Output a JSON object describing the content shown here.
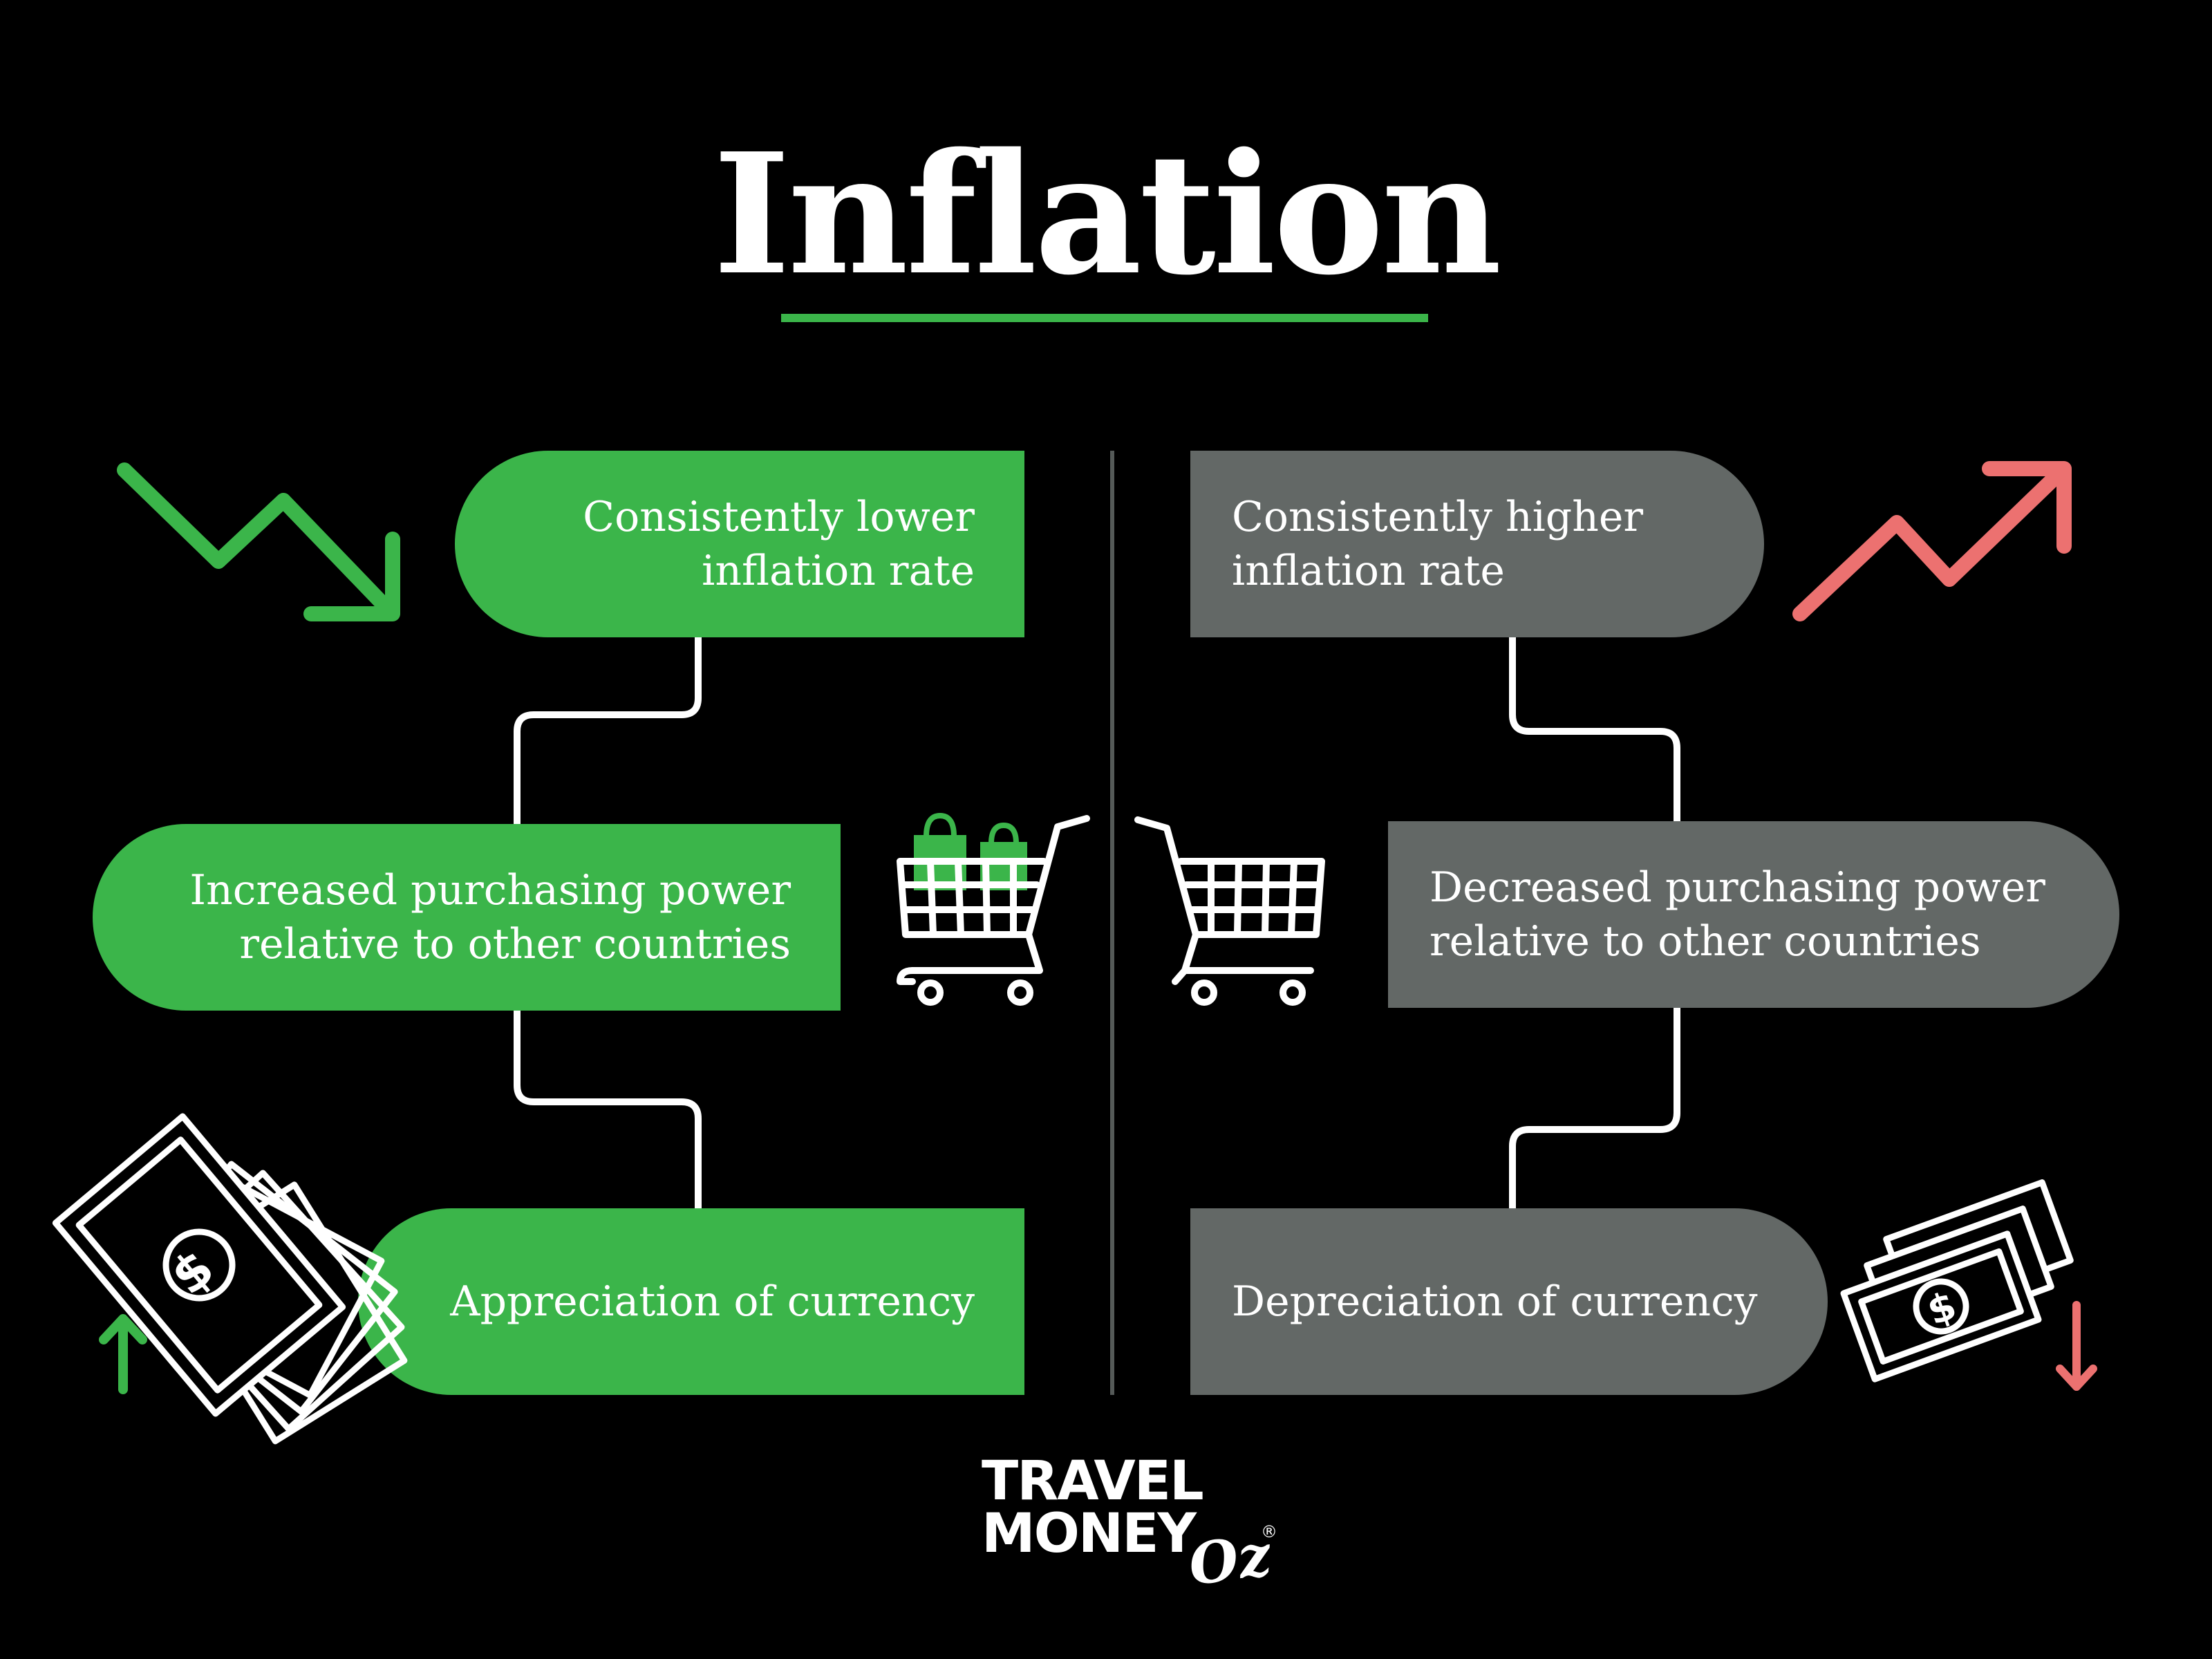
{
  "title": "Inflation",
  "colors": {
    "background": "#000000",
    "green": "#3bb54a",
    "grey": "#636866",
    "red": "#ec7170",
    "divider": "#555a58",
    "line": "#ffffff"
  },
  "left": {
    "icon_top": "trend-down-arrow-icon",
    "icon_mid": "shopping-cart-with-bags-icon",
    "icon_bottom": "cash-fan-with-up-arrow-icon",
    "boxes": [
      "Consistently lower\ninflation rate",
      "Increased purchasing power\nrelative to other countries",
      "Appreciation of currency"
    ]
  },
  "right": {
    "icon_top": "trend-up-arrow-icon",
    "icon_mid": "empty-shopping-cart-icon",
    "icon_bottom": "cash-stack-with-down-arrow-icon",
    "boxes": [
      "Consistently higher\ninflation rate",
      "Decreased purchasing power\nrelative to other countries",
      "Depreciation of currency"
    ]
  },
  "logo": {
    "line1": "TRAVEL",
    "line2": "MONEY",
    "suffix": "Oz",
    "mark": "®"
  }
}
